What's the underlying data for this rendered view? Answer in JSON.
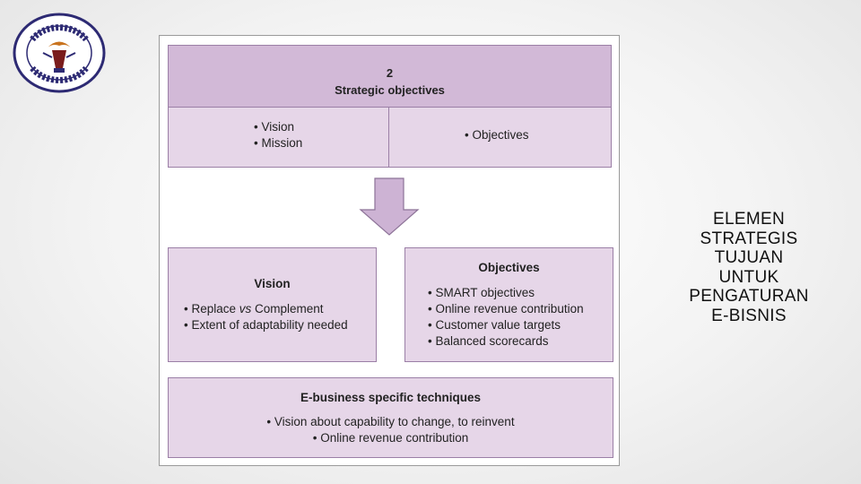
{
  "logo": {
    "icon": "university-seal-icon",
    "colors": {
      "ring": "#2d2a73",
      "flame": "#c9731e",
      "band": "#7a1c1c"
    }
  },
  "diagram": {
    "header": {
      "number": "2",
      "title": "Strategic objectives"
    },
    "top_left": [
      "Vision",
      "Mission"
    ],
    "top_right": [
      "Objectives"
    ],
    "vision_box": {
      "title": "Vision",
      "items": [
        {
          "prefix": "Replace ",
          "emph": "vs",
          "suffix": " Complement"
        },
        {
          "prefix": "Extent of adaptability needed",
          "emph": "",
          "suffix": ""
        }
      ]
    },
    "objectives_box": {
      "title": "Objectives",
      "items": [
        "SMART objectives",
        "Online revenue contribution",
        "Customer value targets",
        "Balanced scorecards"
      ]
    },
    "ebusiness_box": {
      "title": "E-business specific techniques",
      "items": [
        "Vision about capability to change, to reinvent",
        "Online revenue contribution"
      ]
    },
    "colors": {
      "dark_fill": "#d2b9d7",
      "light_fill": "#e6d6e8",
      "border": "#9b7fa6"
    }
  },
  "side_text": [
    "ELEMEN",
    "STRATEGIS",
    "TUJUAN",
    "UNTUK",
    "PENGATURAN",
    "E-BISNIS"
  ]
}
